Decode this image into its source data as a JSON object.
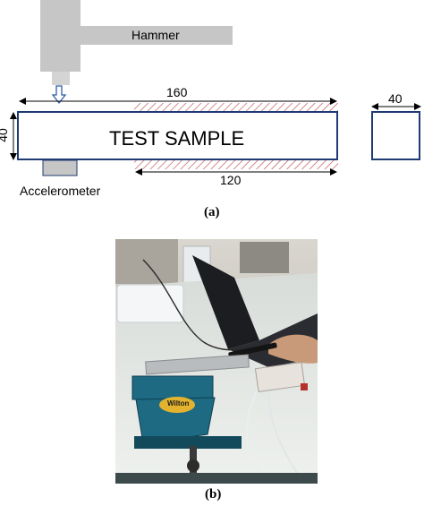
{
  "figure": {
    "panel_a": {
      "hammer_label": "Hammer",
      "dimension_length": "160",
      "dimension_height": "40",
      "dimension_clamped": "120",
      "dimension_section": "40",
      "sample_label": "TEST SAMPLE",
      "accelerometer_label": "Accelerometer",
      "caption": "(a)"
    },
    "panel_b": {
      "caption": "(b)",
      "vise_brand_text": "Wilton"
    },
    "colors": {
      "outline_blue": "#1f3b73",
      "hammer_grey": "#c6c6c6",
      "hatch_red": "#c05a5a",
      "arrow_blue": "#2e5fa5",
      "vise_blue": "#1d6a82"
    }
  }
}
